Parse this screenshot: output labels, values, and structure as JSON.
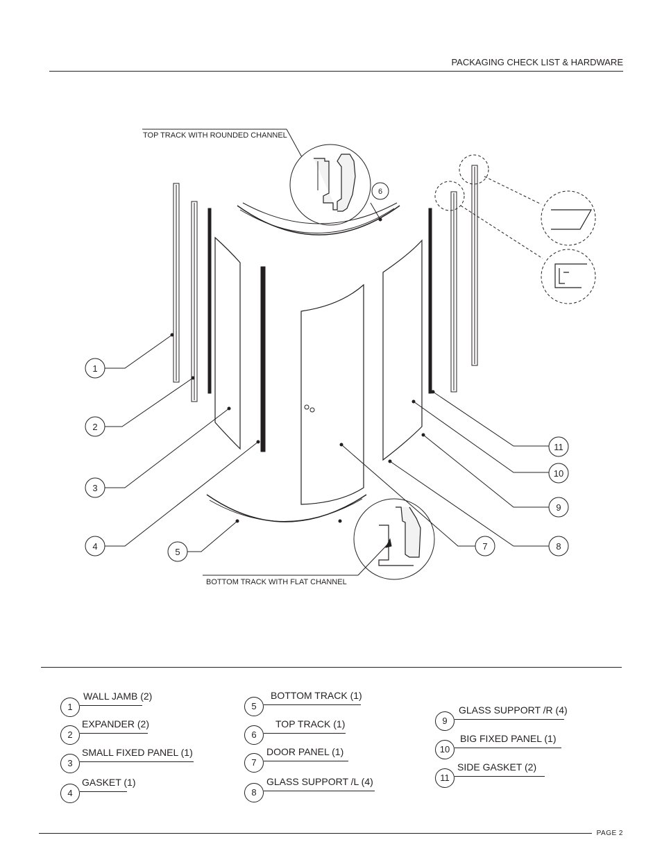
{
  "header": {
    "title": "PACKAGING CHECK LIST & HARDWARE"
  },
  "diagram": {
    "callouts": {
      "top_track_label": "TOP TRACK WITH ROUNDED CHANNEL",
      "bottom_track_label": "BOTTOM TRACK WITH FLAT CHANNEL"
    },
    "markers": [
      "1",
      "2",
      "3",
      "4",
      "5",
      "6",
      "7",
      "8",
      "9",
      "10",
      "11"
    ]
  },
  "parts_list": [
    {
      "num": "1",
      "label": "WALL JAMB (2)"
    },
    {
      "num": "2",
      "label": "EXPANDER  (2)"
    },
    {
      "num": "3",
      "label": "SMALL FIXED PANEL (1)"
    },
    {
      "num": "4",
      "label": "GASKET (1)"
    },
    {
      "num": "5",
      "label": "BOTTOM TRACK (1)"
    },
    {
      "num": "6",
      "label": "TOP TRACK (1)"
    },
    {
      "num": "7",
      "label": "DOOR PANEL (1)"
    },
    {
      "num": "8",
      "label": "GLASS SUPPORT /L (4)"
    },
    {
      "num": "9",
      "label": "GLASS SUPPORT /R (4)"
    },
    {
      "num": "10",
      "label": "BIG FIXED PANEL (1)"
    },
    {
      "num": "11",
      "label": "SIDE GASKET (2)"
    }
  ],
  "footer": {
    "page": "PAGE 2"
  }
}
